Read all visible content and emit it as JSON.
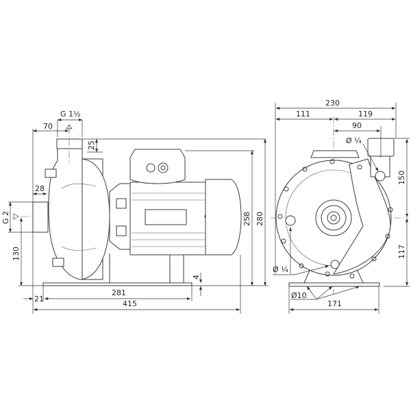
{
  "side_view": {
    "outlet_thread": "G 1½",
    "inlet_thread": "G 2",
    "dims": {
      "outlet_offset": "70",
      "outlet_height": "25",
      "inlet_length": "28",
      "axis_height": "130",
      "motor_height": "258",
      "total_height": "280",
      "base_thickness": "4",
      "base_holes": "281",
      "base_offset": "21",
      "total_length": "415"
    }
  },
  "front_view": {
    "dims": {
      "total_width": "230",
      "left_width": "111",
      "right_width": "119",
      "outlet_offset": "90",
      "outlet_height": "150",
      "axis_height": "117",
      "plug_top": "Ø ¼",
      "plug_bottom": "Ø ¼",
      "hole_diameter": "Ø10",
      "base_width": "171"
    }
  }
}
